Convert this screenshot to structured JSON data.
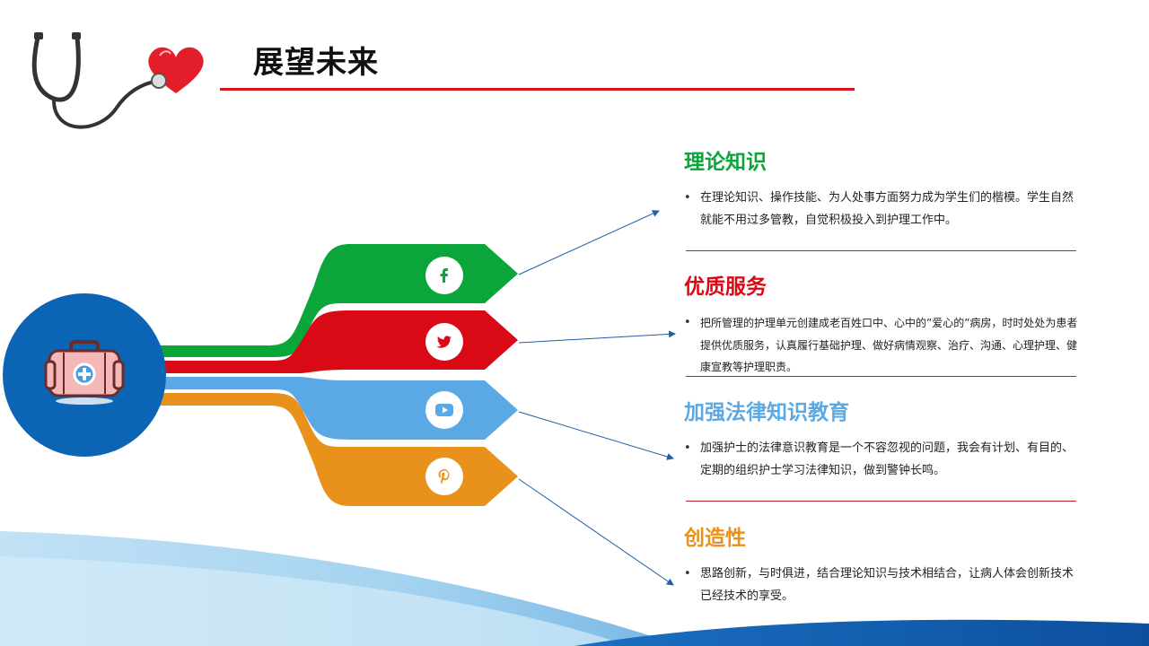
{
  "slide": {
    "title": "展望未来"
  },
  "colors": {
    "accent_red": "#d9151d",
    "green": "#0aa63a",
    "red": "#d90915",
    "light_blue": "#5aa9e4",
    "orange": "#e8921c",
    "hub_blue": "#0c64b5"
  },
  "branches": [
    {
      "icon": "facebook-icon",
      "color": "#0aa63a"
    },
    {
      "icon": "twitter-icon",
      "color": "#d90915"
    },
    {
      "icon": "youtube-icon",
      "color": "#5aa9e4"
    },
    {
      "icon": "pinterest-icon",
      "color": "#e8921c"
    }
  ],
  "sections": [
    {
      "heading": "理论知识",
      "color": "#0aa63a",
      "bullet": "•",
      "text": "在理论知识、操作技能、为人处事方面努力成为学生们的楷模。学生自然就能不用过多管教，自觉积极投入到护理工作中。"
    },
    {
      "heading": "优质服务",
      "color": "#d90915",
      "bullet": "•",
      "text": "把所管理的护理单元创建成老百姓口中、心中的”爱心的”病房，时时处处为患者提供优质服务，认真履行基础护理、做好病情观察、治疗、沟通、心理护理、健康宣教等护理职责。"
    },
    {
      "heading": "加强法律知识教育",
      "color": "#5aa9e4",
      "bullet": "•",
      "text": "加强护士的法律意识教育是一个不容忽视的问题，我会有计划、有目的、定期的组织护士学习法律知识，做到警钟长鸣。"
    },
    {
      "heading": "创造性",
      "color": "#e8921c",
      "bullet": "•",
      "text": "思路创新，与时俱进，结合理论知识与技术相结合，让病人体会创新技术已经技术的享受。"
    }
  ]
}
